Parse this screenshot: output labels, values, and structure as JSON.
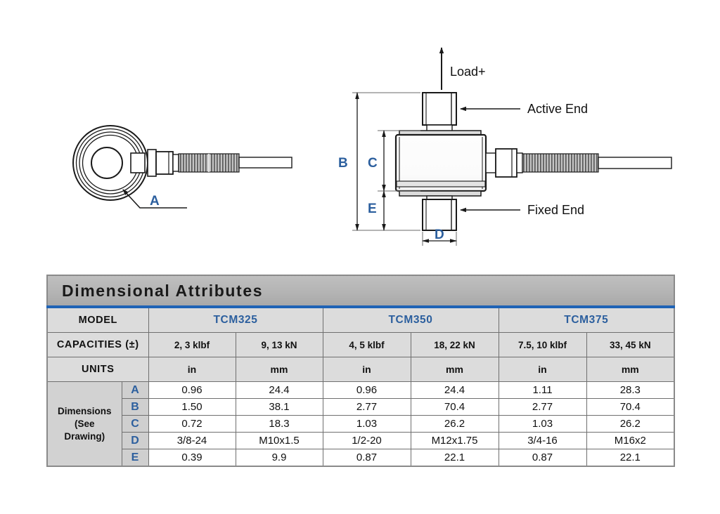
{
  "drawings": {
    "end_view": {
      "callout": "A",
      "description": "end-view-load-cell"
    },
    "side_view": {
      "load_arrow_label": "Load+",
      "active_end_label": "Active End",
      "fixed_end_label": "Fixed End",
      "dimension_b": "B",
      "dimension_c": "C",
      "dimension_d": "D",
      "dimension_e": "E"
    }
  },
  "table": {
    "title": "Dimensional Attributes",
    "row_labels": {
      "model": "MODEL",
      "capacities": "CAPACITIES (±)",
      "units": "UNITS",
      "dimensions": "Dimensions (See Drawing)",
      "dimensions_line1": "Dimensions",
      "dimensions_line2": "(See",
      "dimensions_line3": "Drawing)"
    },
    "models": [
      "TCM325",
      "TCM350",
      "TCM375"
    ],
    "capacities": [
      "2, 3 klbf",
      "9, 13 kN",
      "4, 5 klbf",
      "18, 22 kN",
      "7.5, 10 klbf",
      "33, 45 kN"
    ],
    "units": [
      "in",
      "mm",
      "in",
      "mm",
      "in",
      "mm"
    ],
    "dim_rows": [
      {
        "letter": "A",
        "values": [
          "0.96",
          "24.4",
          "0.96",
          "24.4",
          "1.11",
          "28.3"
        ]
      },
      {
        "letter": "B",
        "values": [
          "1.50",
          "38.1",
          "2.77",
          "70.4",
          "2.77",
          "70.4"
        ]
      },
      {
        "letter": "C",
        "values": [
          "0.72",
          "18.3",
          "1.03",
          "26.2",
          "1.03",
          "26.2"
        ]
      },
      {
        "letter": "D",
        "values": [
          "3/8-24",
          "M10x1.5",
          "1/2-20",
          "M12x1.75",
          "3/4-16",
          "M16x2"
        ]
      },
      {
        "letter": "E",
        "values": [
          "0.39",
          "9.9",
          "0.87",
          "22.1",
          "0.87",
          "22.1"
        ]
      }
    ]
  },
  "colors": {
    "accent_blue": "#2c5f9e",
    "rule_blue": "#1f63b5",
    "title_gray": "#b4b4b4",
    "header_gray": "#dcdcdc",
    "label_gray": "#d2d2d2"
  }
}
